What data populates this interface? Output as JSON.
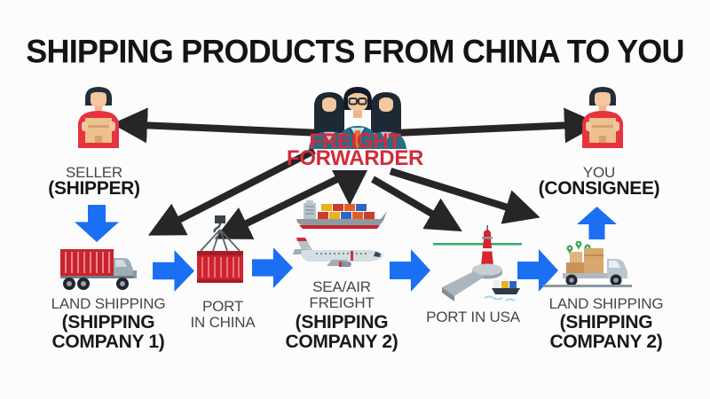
{
  "title": "SHIPPING PRODUCTS FROM CHINA TO YOU",
  "freight_forwarder": {
    "line1": "FREIGHT",
    "line2": "FORWARDER"
  },
  "seller": {
    "name": "SELLER",
    "role": "(SHIPPER)"
  },
  "consignee": {
    "name": "YOU",
    "role": "(CONSIGNEE)"
  },
  "stations": {
    "land_shipping_1": {
      "name": "LAND SHIPPING",
      "company_line1": "(SHIPPING",
      "company_line2": "COMPANY 1)"
    },
    "port_china": {
      "name_line1": "PORT",
      "name_line2": "IN CHINA"
    },
    "sea_air_freight": {
      "name_line1": "SEA/AIR",
      "name_line2": "FREIGHT",
      "company_line1": "(SHIPPING",
      "company_line2": "COMPANY 2)"
    },
    "port_usa": {
      "name": "PORT IN USA"
    },
    "land_shipping_2": {
      "name": "LAND SHIPPING",
      "company_line1": "(SHIPPING",
      "company_line2": "COMPANY 2)"
    }
  },
  "colors": {
    "background": "#fcfcfc",
    "title_text": "#141414",
    "accent_red": "#d22c3c",
    "flow_arrow_blue": "#1b6ff2",
    "assignment_arrow_black": "#262626",
    "label_regular": "#474747",
    "label_bold": "#191919"
  }
}
